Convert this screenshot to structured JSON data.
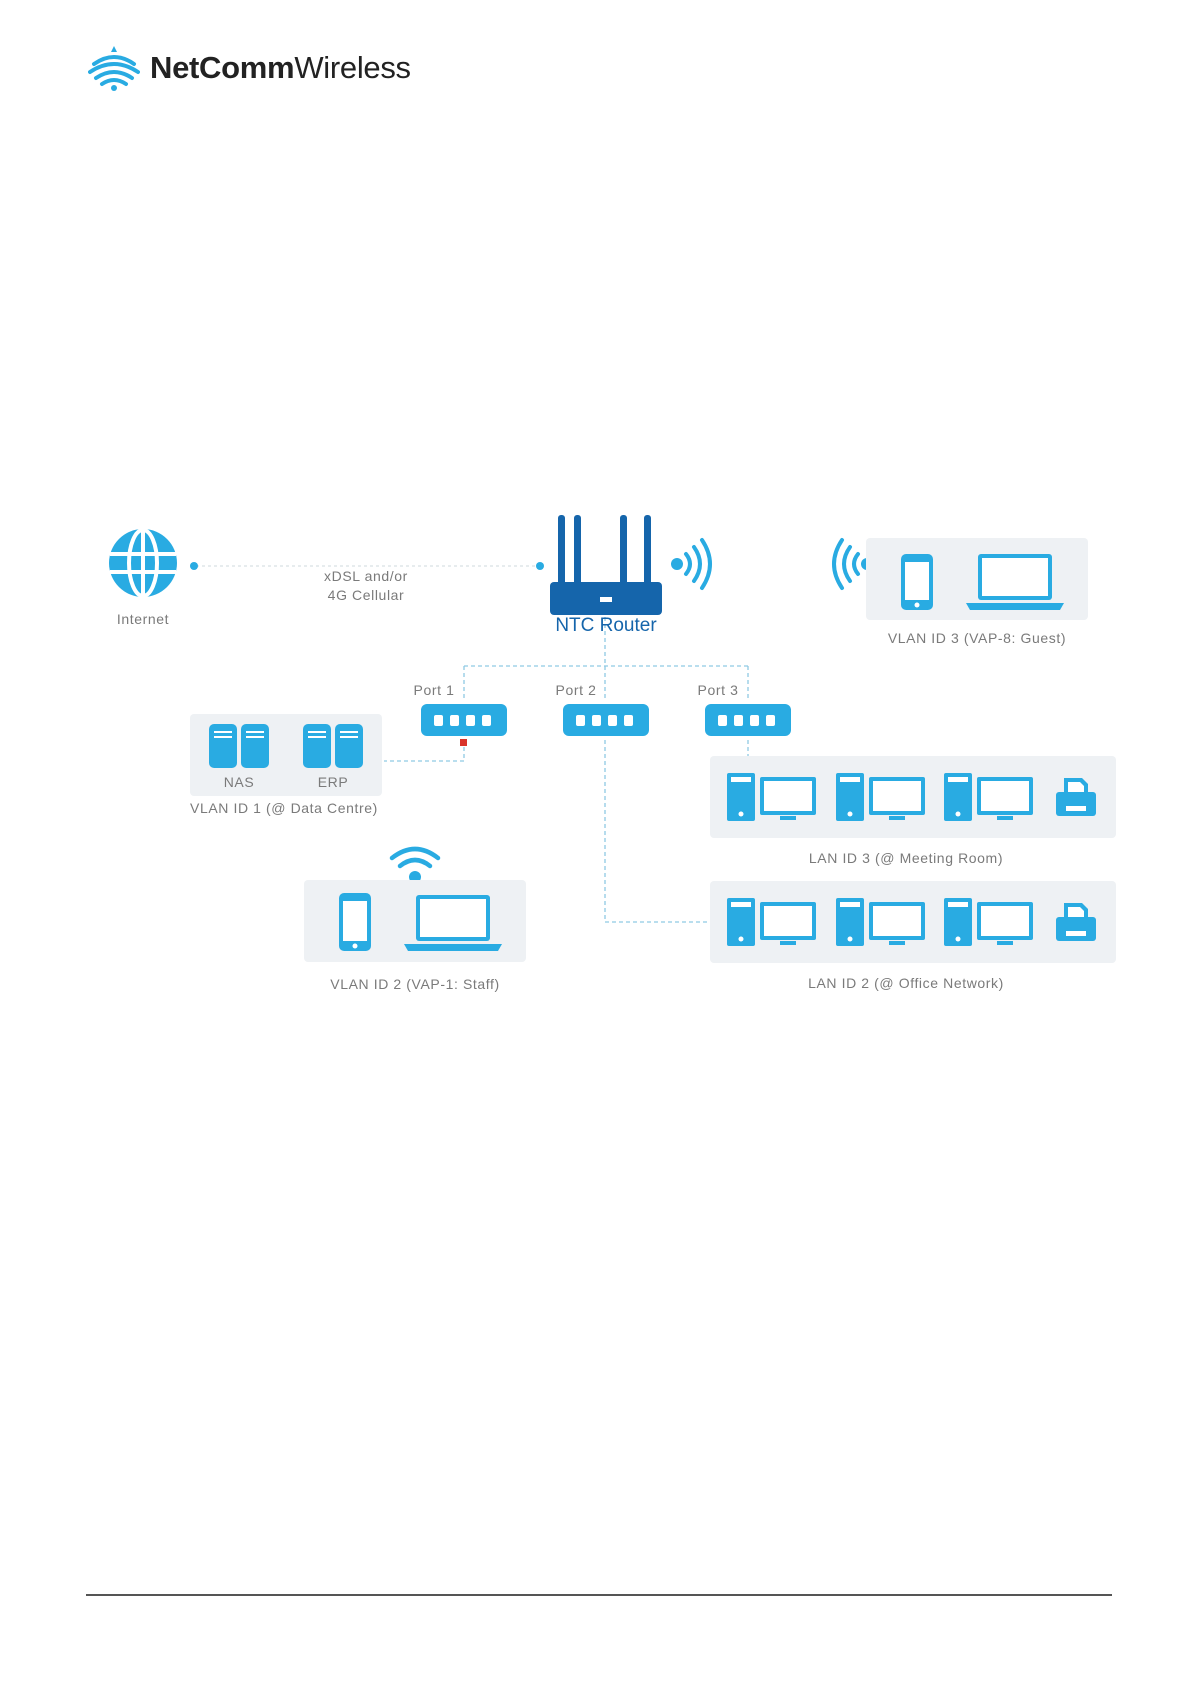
{
  "brand": {
    "name_bold": "NetComm",
    "name_regular": "Wireless"
  },
  "diagram": {
    "internet_label": "Internet",
    "link_label_1": "xDSL and/or",
    "link_label_2": "4G Cellular",
    "router_label": "NTC Router",
    "ports": [
      "Port 1",
      "Port 2",
      "Port 3"
    ],
    "data_centre": {
      "devices": [
        "NAS",
        "ERP"
      ],
      "label": "VLAN ID 1 (@ Data Centre)"
    },
    "guest_label": "VLAN ID 3 (VAP-8: Guest)",
    "staff_label": "VLAN ID 2 (VAP-1: Staff)",
    "meeting_label": "LAN ID 3 (@ Meeting Room)",
    "office_label": "LAN ID 2 (@ Office Network)"
  },
  "colors": {
    "accent": "#29abe2",
    "router": "#1565ab",
    "panel": "#eef1f4",
    "alert": "#d9342b"
  }
}
